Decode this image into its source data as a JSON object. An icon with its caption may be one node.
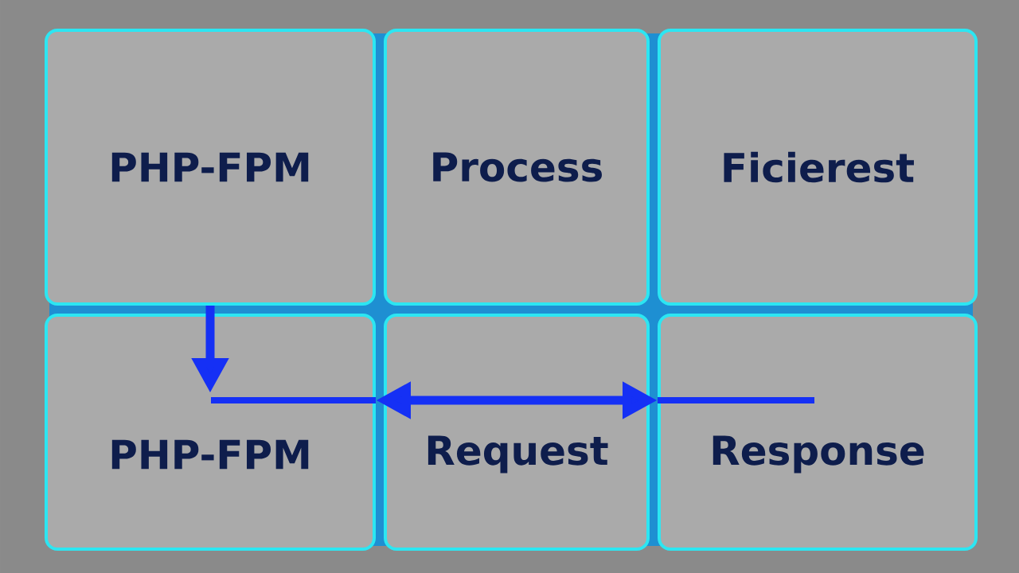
{
  "diagram": {
    "nodes": [
      {
        "text": [
          "PHP-FPM"
        ]
      },
      {
        "text": [
          "Process"
        ]
      },
      {
        "text": [
          "Ficierest"
        ]
      },
      {
        "text": [
          "PHP-FPM"
        ]
      },
      {
        "text": [
          "Request"
        ]
      },
      {
        "text": [
          "Response"
        ]
      }
    ],
    "edges": [
      {
        "from": 0,
        "to": 3,
        "arrow": "to"
      },
      {
        "from": 4,
        "to": 3,
        "arrow": "to"
      },
      {
        "from": 4,
        "to": 5,
        "arrow": "to"
      }
    ]
  }
}
